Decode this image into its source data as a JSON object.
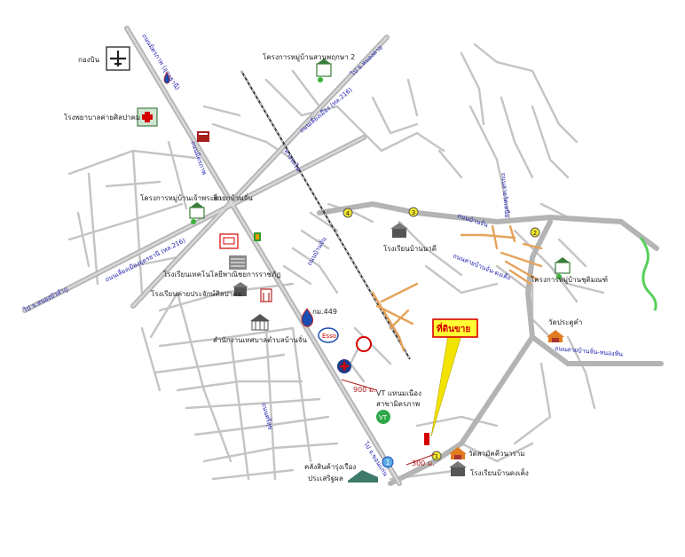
{
  "map": {
    "destination_label": "ที่ดินขาย",
    "labels": {
      "airport": "กองบิน",
      "hospital": "โรงพยาบาลค่ายศิลปาคม",
      "village2": "โครงการหมู่บ้านสวนพฤกษา 2",
      "village_nakhon": "โครงการหมู่บ้านเจ้าพระยา",
      "intersection": "สี่แยกบ้านจั่น",
      "tech_school": "โรงเรียนเทคโนโลยีพาณิชยการราชภัฏ",
      "school_sinlapakhom": "โรงเรียนค่ายประจักษ์ศิลปาคม",
      "km449": "กม.449",
      "ban_chan_office": "สำนักงานเทศบาลตำบลบ้านจั่น",
      "school_ban_nong": "โรงเรียนบ้านนาดี",
      "village_east": "โครงการหมู่บ้านชุติมณฑ์",
      "temple_prathum": "วัดประตูคำ",
      "vt_label": "VT แหนมเนือง",
      "vt_sub": "สาขามิตรภาพ",
      "temple_south": "วัดสามัคคีวนาราม",
      "school_south": "โรงเรียนบ้านดงเค็ง",
      "warehouse": "คลังสินค้ารุ่งเรือง",
      "warehouse_sub": "ประเสริฐผล"
    },
    "road_labels": {
      "udon_hwy": "ถนนมิตรภาพ (อุดรธานี)",
      "west_road": "ถนนเลี่ยงเมือง (ทล.216)",
      "to_nongkhai": "ไป จ.หนองคาย",
      "to_nongbua": "ไป จ.หนองบัวลำภู",
      "to_khonkaen": "ไป จ.ขอนแก่น",
      "ring_road": "ถนนเลี่ยงเมืองอุดรธานี (ทล.216)",
      "railway": "ทางรถไฟ",
      "east_road": "ถนนบ้านจั่น",
      "nongsamrong": "ถนนสายบ้านจั่น-ดงเค็ง",
      "south_east": "ถนนสายบ้านจั่น-หนองหิน",
      "local1": "ถนนบ้านจั่น",
      "local2": "ถนนมิตรภาพ",
      "local3": "ถนนศรีสุข",
      "local4": "ถนนสายวัดเหนือ"
    },
    "distances": {
      "d1": "900 ม.",
      "d2": "300 ม."
    },
    "markers": [
      "1",
      "2",
      "3",
      "4"
    ],
    "colors": {
      "main_road": "#b4b4b4",
      "minor_road": "#c4c4c4",
      "local_road": "#e5a35a",
      "river": "#57d05a",
      "destination_box_fill": "#ffff33",
      "destination_box_border": "#d80000",
      "pointer": "#f2e300",
      "marker": "#f5e82a"
    }
  }
}
